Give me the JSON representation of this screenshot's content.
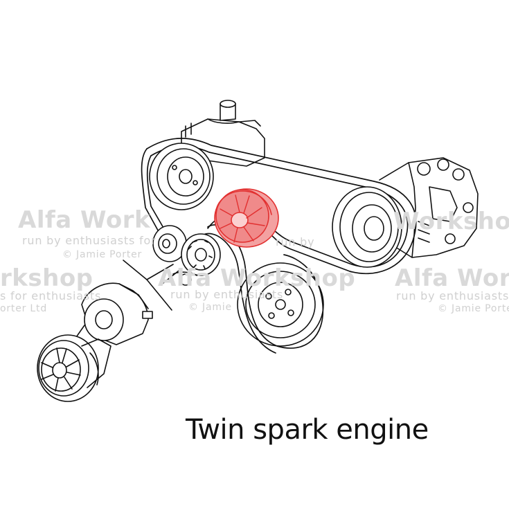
{
  "caption": "Twin spark engine",
  "watermark": {
    "brand_1": "Alfa Work",
    "brand_2": "rkshop",
    "brand_3": "Alfa Workshop",
    "brand_4": "Alfa Wor",
    "brand_5": "Workshop",
    "tag_1": "run by enthusiasts for",
    "tag_2": "s for enthusiasts",
    "tag_3": "run by enthusiasts",
    "tag_4": "run by enthusiasts",
    "tag_5": "run by",
    "copy_1": "© Jamie Porter",
    "copy_2": "orter Ltd",
    "copy_3": "© Jamie",
    "copy_4": "© Jamie Porter"
  },
  "colors": {
    "highlight_fill": "#f08a8a",
    "highlight_stroke": "#e23030",
    "line": "#111111",
    "watermark": "#d4d4d4"
  }
}
